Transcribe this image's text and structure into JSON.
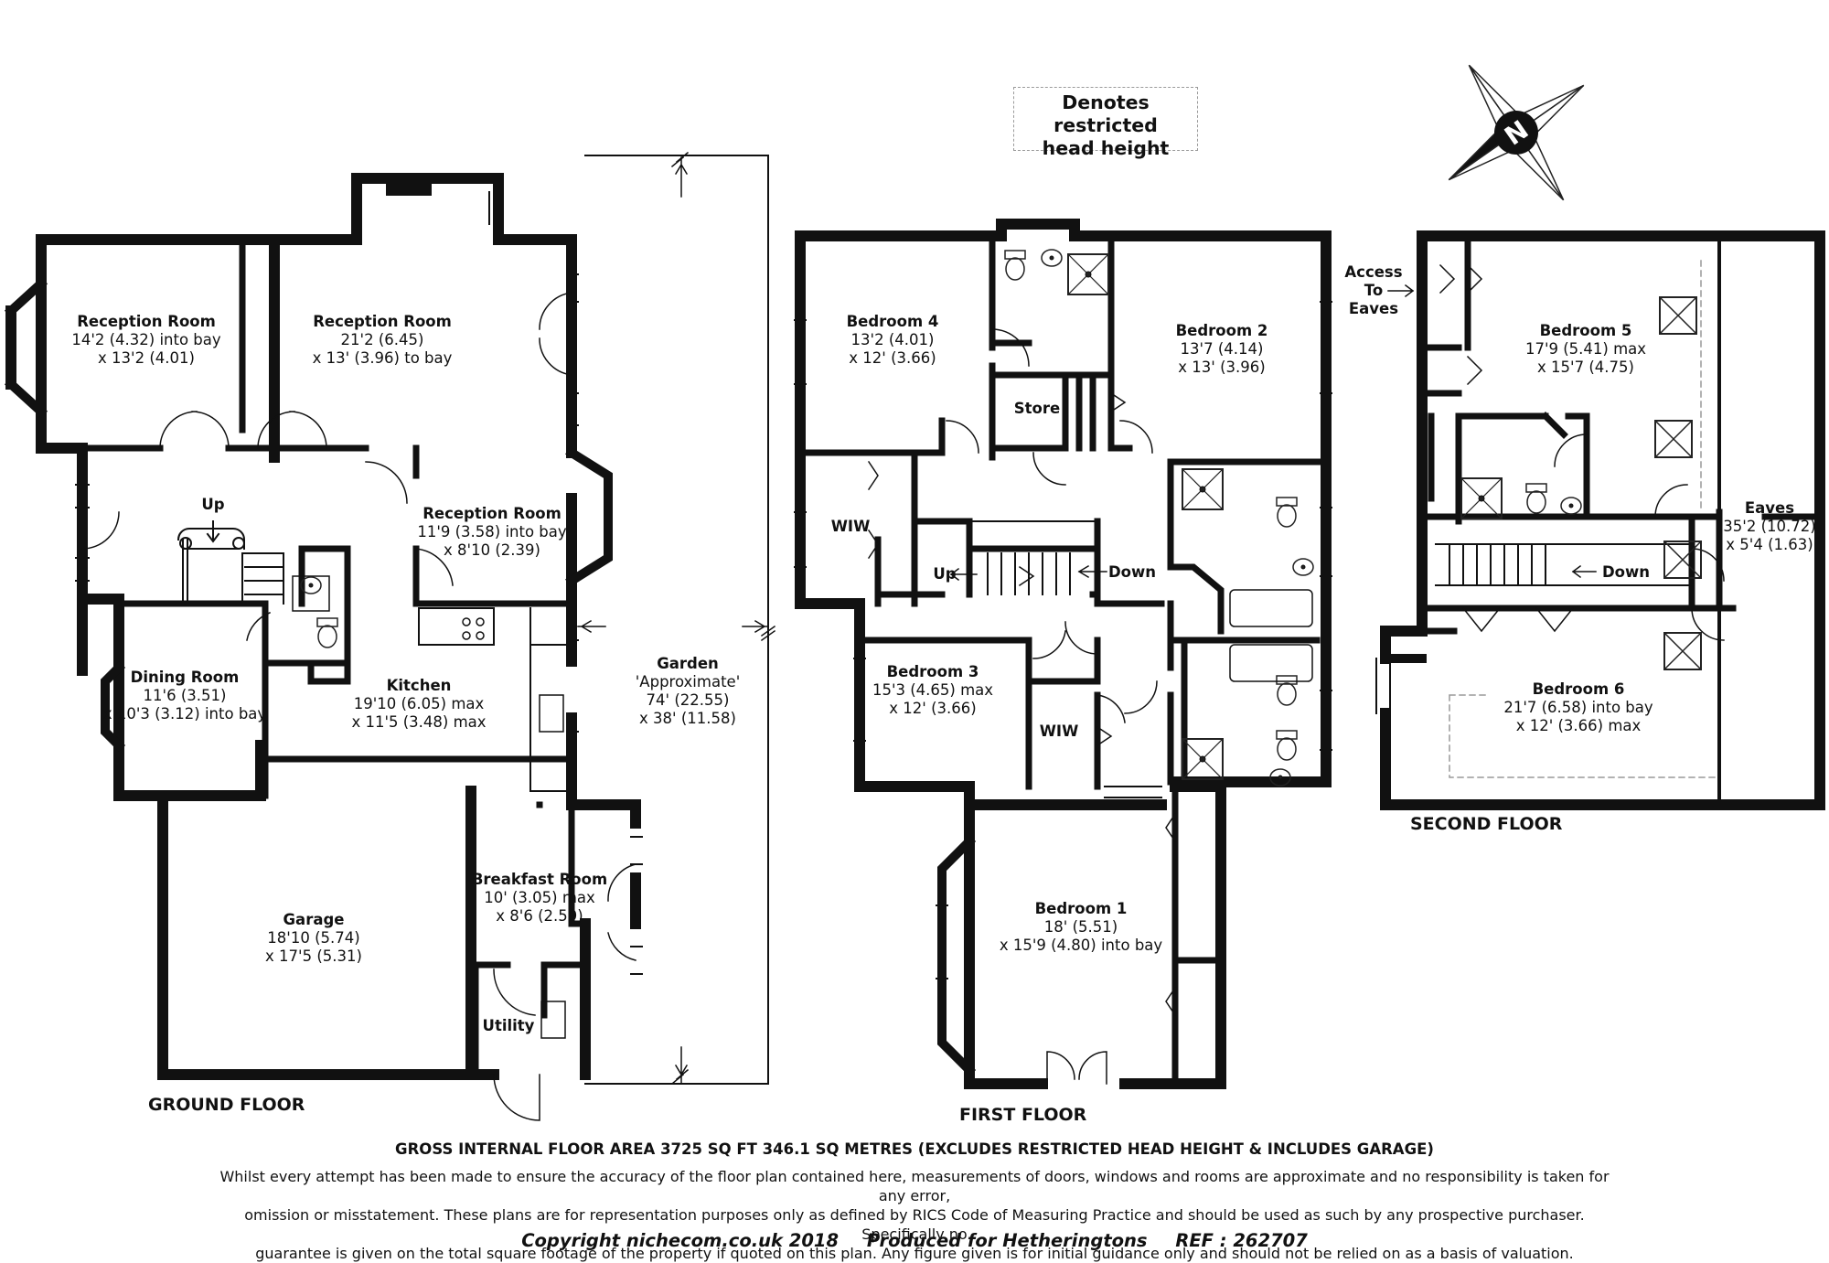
{
  "legend": {
    "line1": "Denotes restricted",
    "line2": "head height"
  },
  "compass": {
    "label": "N"
  },
  "floors": {
    "ground": {
      "label": "GROUND FLOOR",
      "rooms": [
        {
          "name": "Reception  Room",
          "dims": [
            "14'2 (4.32) into bay",
            "x 13'2 (4.01)"
          ]
        },
        {
          "name": "Reception  Room",
          "dims": [
            "21'2 (6.45)",
            "x 13' (3.96) to bay"
          ]
        },
        {
          "name": "Reception  Room",
          "dims": [
            "11'9 (3.58) into bay",
            "x 8'10 (2.39)"
          ]
        },
        {
          "name": "Dining  Room",
          "dims": [
            "11'6 (3.51)",
            "x 10'3 (3.12) into bay"
          ]
        },
        {
          "name": "Kitchen",
          "dims": [
            "19'10 (6.05) max",
            "x 11'5 (3.48) max"
          ]
        },
        {
          "name": "Breakfast Room",
          "dims": [
            "10' (3.05) max",
            "x 8'6 (2.59)"
          ]
        },
        {
          "name": "Garage",
          "dims": [
            "18'10 (5.74)",
            "x 17'5 (5.31)"
          ]
        },
        {
          "name": "Utility",
          "dims": []
        },
        {
          "name": "Garden",
          "dims": [
            "'Approximate'",
            "74' (22.55)",
            "x 38' (11.58)"
          ]
        }
      ],
      "stair_up": "Up"
    },
    "first": {
      "label": "FIRST FLOOR",
      "rooms": [
        {
          "name": "Bedroom 4",
          "dims": [
            "13'2 (4.01)",
            "x 12' (3.66)"
          ]
        },
        {
          "name": "Bedroom 2",
          "dims": [
            "13'7 (4.14)",
            "x 13' (3.96)"
          ]
        },
        {
          "name": "Store",
          "dims": []
        },
        {
          "name": "WIW",
          "dims": []
        },
        {
          "name": "Bedroom 3",
          "dims": [
            "15'3 (4.65) max",
            "x 12' (3.66)"
          ]
        },
        {
          "name": "WIW",
          "dims": []
        },
        {
          "name": "Bedroom 1",
          "dims": [
            "18' (5.51)",
            "x 15'9 (4.80) into bay"
          ]
        }
      ],
      "stair_up": "Up",
      "stair_down": "Down"
    },
    "second": {
      "label": "SECOND FLOOR",
      "rooms": [
        {
          "name": "Bedroom 5",
          "dims": [
            "17'9 (5.41) max",
            "x 15'7 (4.75)"
          ]
        },
        {
          "name": "Eaves",
          "dims": [
            "35'2 (10.72)",
            "x 5'4 (1.63)"
          ]
        },
        {
          "name": "Bedroom 6",
          "dims": [
            "21'7 (6.58) into bay",
            "x 12' (3.66) max"
          ]
        }
      ],
      "access": [
        "Access",
        "To",
        "Eaves"
      ],
      "stair_down": "Down"
    }
  },
  "gross_area": "GROSS INTERNAL FLOOR AREA 3725 SQ FT 346.1 SQ METRES (EXCLUDES RESTRICTED HEAD HEIGHT & INCLUDES GARAGE)",
  "disclaimer": [
    "Whilst every attempt has been made to ensure the accuracy of the floor plan contained here, measurements of doors, windows and rooms are approximate and no responsibility is taken for any error,",
    "omission or misstatement. These plans are for representation purposes only as defined by RICS Code of Measuring Practice and should be used as such by any prospective purchaser.  Specifically no",
    "guarantee is given on the total square footage of the property if quoted on this plan. Any figure given is for initial guidance only and should not be relied on as a basis of valuation."
  ],
  "copyright": {
    "site": "Copyright nichecom.co.uk 2018",
    "produced": "Produced for Hetheringtons",
    "ref": "REF : 262707"
  }
}
